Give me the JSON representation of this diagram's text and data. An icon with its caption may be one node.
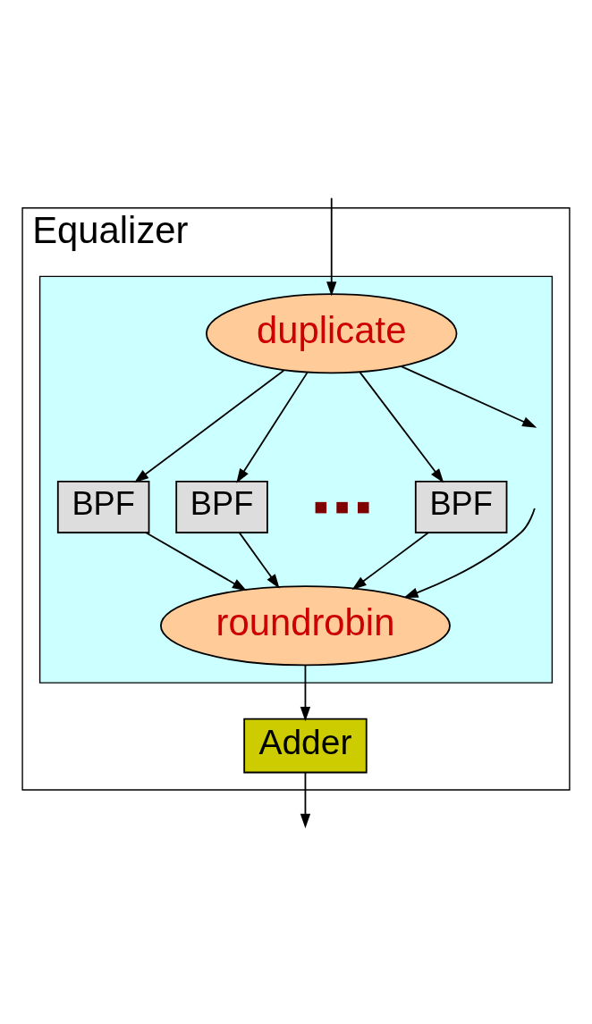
{
  "diagram": {
    "nodes": [
      {
        "text": [
          "Equalizer"
        ]
      },
      {
        "text": [],
        "shape": "box",
        "in": 0
      },
      {
        "text": [
          "duplicate"
        ],
        "in": 1
      },
      {
        "text": [
          "BPF"
        ],
        "in": 1
      },
      {
        "text": [
          "BPF"
        ],
        "in": 1
      },
      {
        "text": [
          "BPF"
        ],
        "in": 1
      },
      {
        "text": [
          "roundrobin"
        ],
        "in": 1
      },
      {
        "text": [
          "Adder"
        ],
        "in": 0
      }
    ],
    "edges": [
      {
        "from": 2,
        "to": null,
        "arrow": "to"
      },
      {
        "from": 2,
        "to": 3,
        "arrow": "to"
      },
      {
        "from": 2,
        "to": 4,
        "arrow": "to"
      },
      {
        "from": null,
        "to": 2,
        "arrow": "to"
      },
      {
        "from": 2,
        "to": 5,
        "arrow": "to"
      },
      {
        "from": 3,
        "to": 6,
        "arrow": "to"
      },
      {
        "from": 4,
        "to": 6,
        "arrow": "to"
      },
      {
        "from": null,
        "to": 6,
        "arrow": "to"
      },
      {
        "from": 5,
        "to": 6,
        "arrow": "to"
      },
      {
        "from": 6,
        "to": 7,
        "arrow": "to"
      },
      {
        "from": 7,
        "to": null,
        "arrow": "to"
      }
    ]
  }
}
